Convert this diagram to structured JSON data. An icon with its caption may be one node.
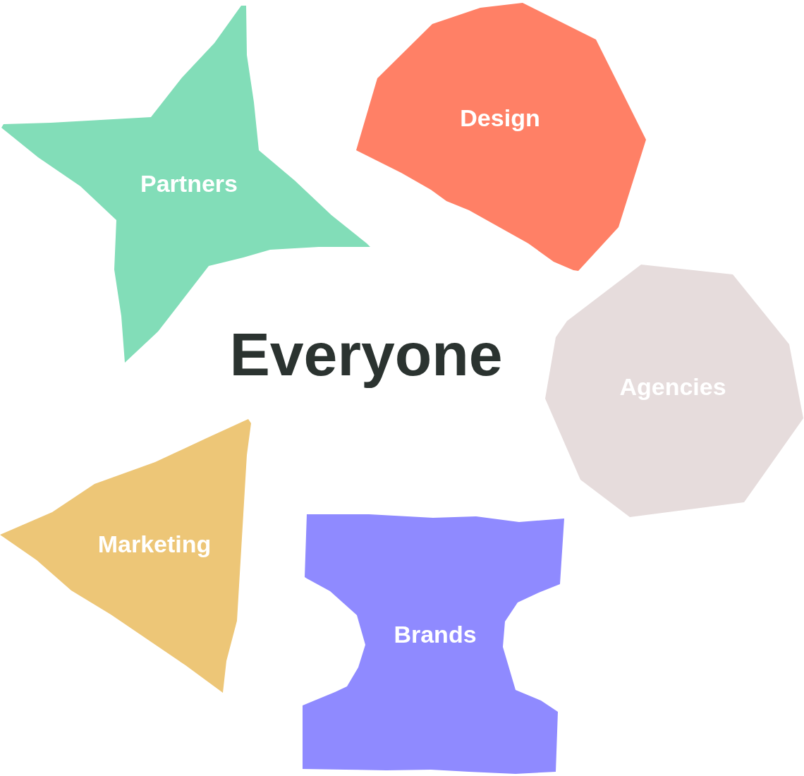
{
  "diagram": {
    "nodes": [
      {
        "text": [
          "Partners"
        ]
      },
      {
        "text": [
          "Design"
        ]
      },
      {
        "text": [
          "Agencies"
        ]
      },
      {
        "text": [
          "Marketing"
        ]
      },
      {
        "text": [
          "Brands"
        ]
      }
    ],
    "labels": [
      "Everyone"
    ]
  }
}
